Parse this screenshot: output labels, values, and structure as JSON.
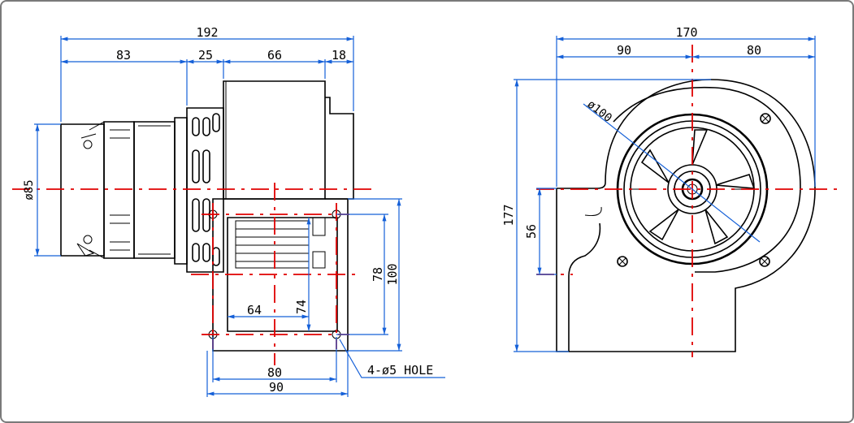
{
  "side_view": {
    "overall_length": "192",
    "motor_length": "83",
    "flange_width": "25",
    "housing_width": "66",
    "rear_offset": "18",
    "motor_diameter": "ø85"
  },
  "mount_plate": {
    "outlet_width": "64",
    "outlet_height": "74",
    "hole_spacing_v": "78",
    "plate_height": "100",
    "hole_spacing_h": "80",
    "plate_width": "90",
    "hole_note": "4-ø5 HOLE"
  },
  "front_view": {
    "overall_width": "170",
    "left_offset": "90",
    "right_offset": "80",
    "impeller_diameter": "ø100",
    "overall_height": "177",
    "outlet_height": "56"
  },
  "colors": {
    "outline": "#000000",
    "centre_line": "#e00000",
    "dimension_line": "#1560d8",
    "frame": "#7a7a7a"
  }
}
